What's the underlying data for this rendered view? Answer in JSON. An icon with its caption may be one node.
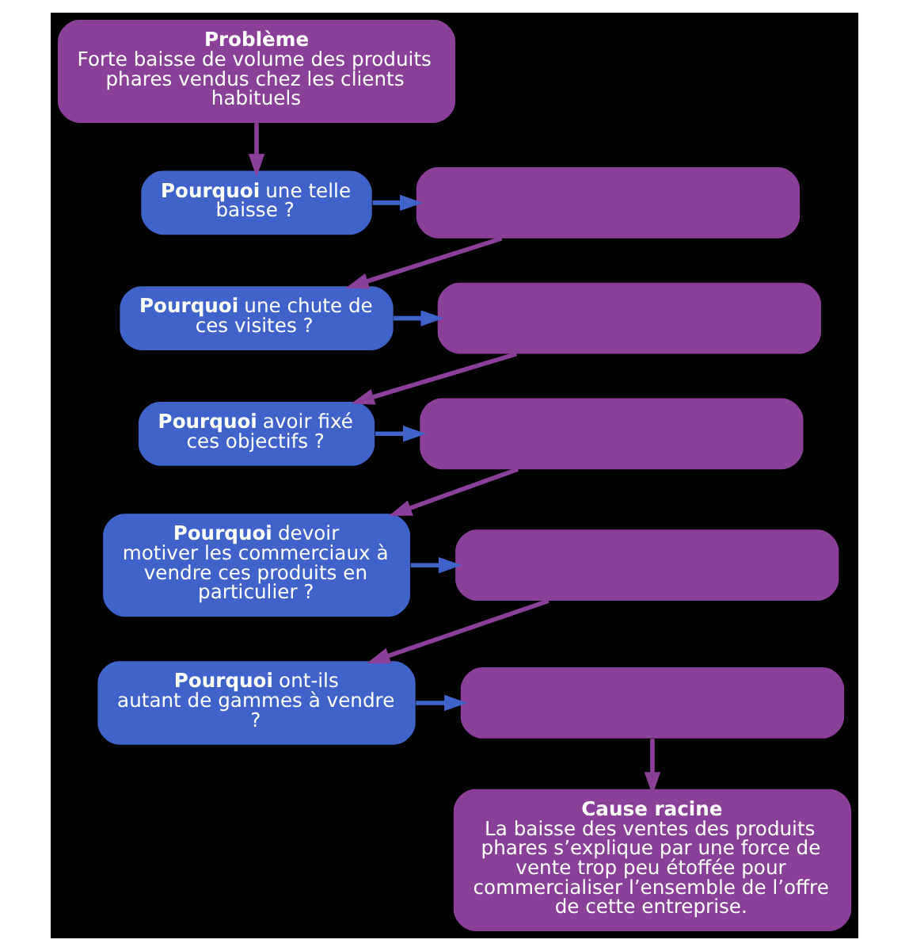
{
  "diagram": {
    "nodes": [
      {
        "text": [
          "Problème",
          "Forte baisse de volume des produits phares vendus chez les clients habituels"
        ]
      },
      {
        "text": [
          "**Pourquoi** une telle baisse ?"
        ]
      },
      {
        "text": [],
        "shape": "box"
      },
      {
        "text": [
          "**Pourquoi** une chute de ces visites ?"
        ]
      },
      {
        "text": [],
        "shape": "box"
      },
      {
        "text": [
          "**Pourquoi** avoir fixé ces objectifs ?"
        ]
      },
      {
        "text": [],
        "shape": "box"
      },
      {
        "text": [
          "**Pourquoi** devoir motiver les commerciaux à vendre ces produits en particulier ?"
        ]
      },
      {
        "text": [],
        "shape": "box"
      },
      {
        "text": [
          "**Pourquoi** ont-ils autant de gammes à vendre ?"
        ]
      },
      {
        "text": [],
        "shape": "box"
      },
      {
        "text": [
          "Cause racine",
          "La baisse des ventes des produits phares s’explique par une force de vente trop peu étoffée pour commercialiser l’ensemble de l’offre de cette entreprise."
        ]
      }
    ],
    "edges": [
      {
        "from": 0,
        "to": 1,
        "arrow": "to"
      },
      {
        "from": 1,
        "to": 2,
        "arrow": "to",
        "color": "#3f63c8"
      },
      {
        "from": 2,
        "to": 3,
        "arrow": "to"
      },
      {
        "from": 3,
        "to": 4,
        "arrow": "to",
        "color": "#3f63c8"
      },
      {
        "from": 4,
        "to": 5,
        "arrow": "to"
      },
      {
        "from": 5,
        "to": 6,
        "arrow": "to",
        "color": "#3f63c8"
      },
      {
        "from": 6,
        "to": 7,
        "arrow": "to"
      },
      {
        "from": 7,
        "to": 8,
        "arrow": "to",
        "color": "#3f63c8"
      },
      {
        "from": 8,
        "to": 9,
        "arrow": "to"
      },
      {
        "from": 9,
        "to": 10,
        "arrow": "to",
        "color": "#3f63c8"
      },
      {
        "from": 10,
        "to": 11,
        "arrow": "to"
      }
    ]
  }
}
